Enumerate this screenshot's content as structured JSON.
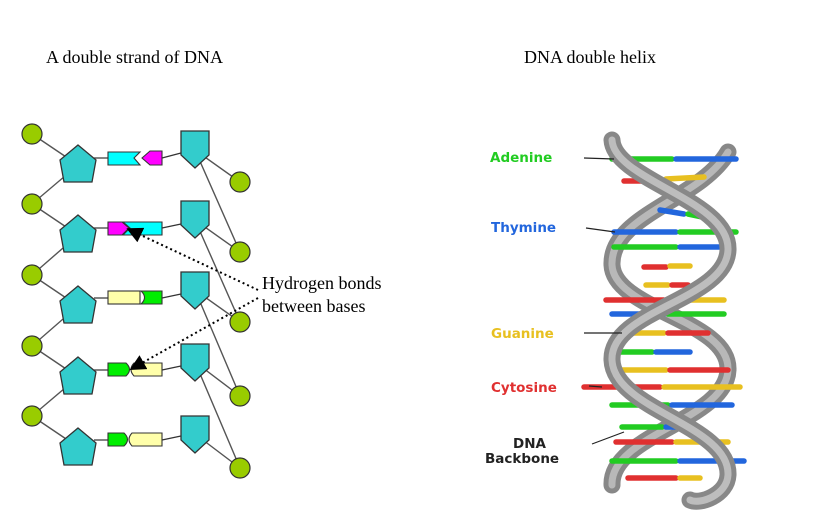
{
  "left_panel": {
    "title": "A double strand of DNA",
    "annotation": [
      "Hydrogen bonds",
      "between bases"
    ]
  },
  "right_panel": {
    "title": "DNA double helix",
    "labels": {
      "adenine": "Adenine",
      "thymine": "Thymine",
      "guanine": "Guanine",
      "cytosine": "Cytosine",
      "backbone": [
        "DNA",
        "Backbone"
      ]
    }
  },
  "colors": {
    "phosphate": "#99cc00",
    "sugar": "#33cccc",
    "adenine_base_left": "#ff00ff",
    "thymine_base_left": "#00ffff",
    "guanine_base_left": "#00ee00",
    "cytosine_base_left": "#ffffaa",
    "adenine": "#22cc22",
    "thymine": "#2266dd",
    "guanine": "#e8c020",
    "cytosine": "#e03030",
    "backbone": "#999999"
  }
}
